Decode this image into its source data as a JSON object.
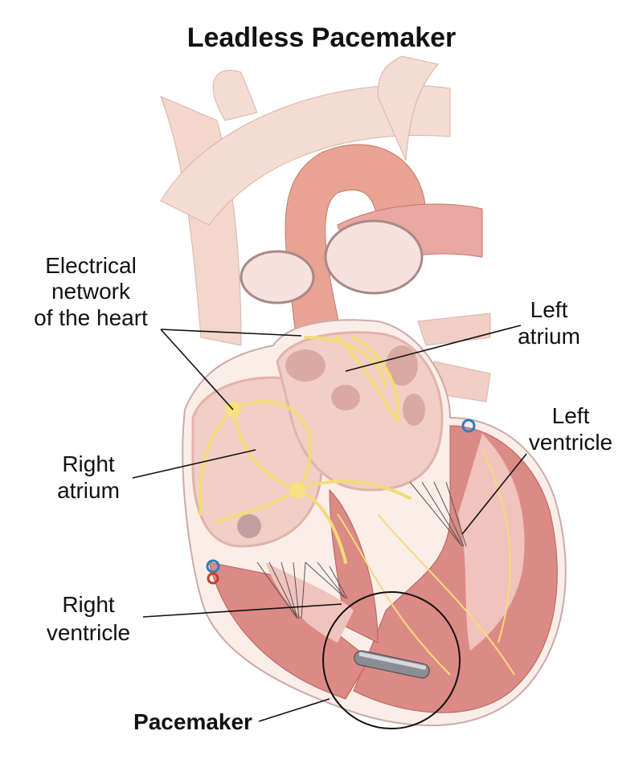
{
  "title": "Leadless Pacemaker",
  "labels": {
    "electrical_network": [
      "Electrical",
      "network",
      "of the heart"
    ],
    "left_atrium": [
      "Left",
      "atrium"
    ],
    "left_ventricle": [
      "Left",
      "ventricle"
    ],
    "right_atrium": [
      "Right",
      "atrium"
    ],
    "right_ventricle": [
      "Right",
      "ventricle"
    ],
    "pacemaker": "Pacemaker"
  },
  "colors": {
    "vessel": "#f3d6cc",
    "aorta": "#e9a393",
    "muscle": "#dc8a86",
    "chamber": "#f1cfc7",
    "nerve": "#f3dc7a",
    "wall": "#fbeee9"
  }
}
